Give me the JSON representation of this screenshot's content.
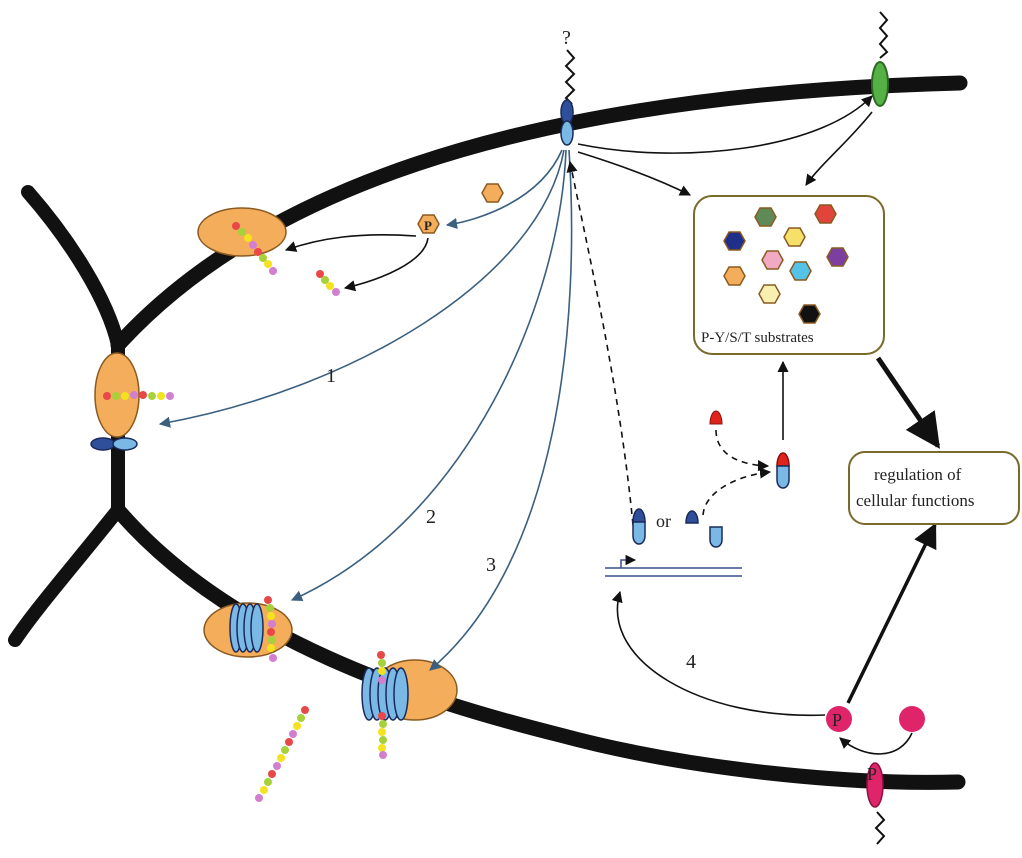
{
  "labels": {
    "question": "?",
    "phospho": "P",
    "path1": "1",
    "path2": "2",
    "path3": "3",
    "path4": "4",
    "or": "or",
    "substrates": "P-Y/S/T substrates",
    "regulation_line1": "regulation of",
    "regulation_line2": "cellular functions"
  },
  "colors": {
    "membrane": "#111111",
    "teal_arrow": "#3a5f7f",
    "orange": "#f4ad5a",
    "blue_dark": "#2f4f9a",
    "blue_light": "#7ab8e6",
    "green": "#55b046",
    "magenta": "#e0246a",
    "red": "#e0241b",
    "box_border": "#7a6a2a"
  },
  "bead_colors": [
    "#e84848",
    "#a7d13a",
    "#f5e21e",
    "#d27fd0"
  ],
  "substrate_colors": [
    "#1f2f8a",
    "#5e8a57",
    "#e0443b",
    "#f5e06a",
    "#f1a9c4",
    "#f4ad5a",
    "#55c2e8",
    "#7c3fa0",
    "#f8f0b0",
    "#111111"
  ]
}
